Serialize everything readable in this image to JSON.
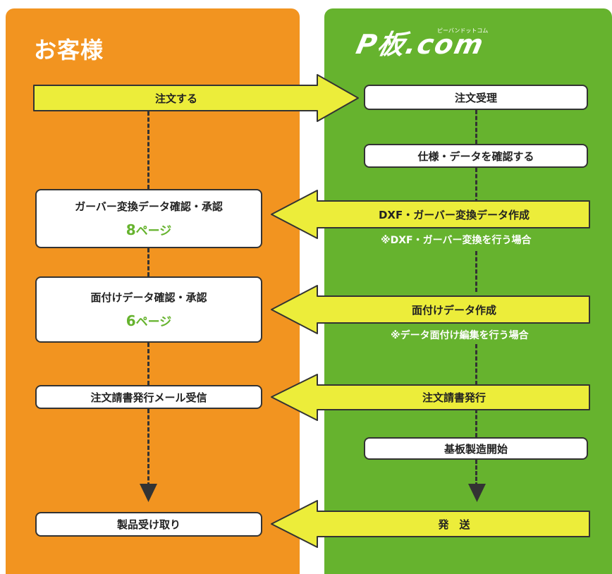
{
  "colors": {
    "customer_column": "#f29420",
    "company_column": "#66b32e",
    "arrow_fill": "#eced3a",
    "outline": "#333333",
    "page_ref": "#66b32e"
  },
  "customer": {
    "title": "お客様",
    "order": "注文する",
    "gerber_confirm": "ガーバー変換データ確認・承認",
    "gerber_page_num": "8",
    "gerber_page_suffix": "ページ",
    "panel_confirm": "面付けデータ確認・承認",
    "panel_page_num": "6",
    "panel_page_suffix": "ページ",
    "invoice_mail": "注文請書発行メール受信",
    "receive": "製品受け取り"
  },
  "company": {
    "logo": "P板.com",
    "logo_ruby": "ピーバンドットコム",
    "order_received": "注文受理",
    "check_spec": "仕様・データを確認する",
    "dxf_create": "DXF・ガーバー変換データ作成",
    "dxf_note": "※DXF・ガーバー変換を行う場合",
    "panel_create": "面付けデータ作成",
    "panel_note": "※データ面付け編集を行う場合",
    "invoice_issue": "注文請書発行",
    "manufacture": "基板製造開始",
    "ship": "発　送"
  }
}
